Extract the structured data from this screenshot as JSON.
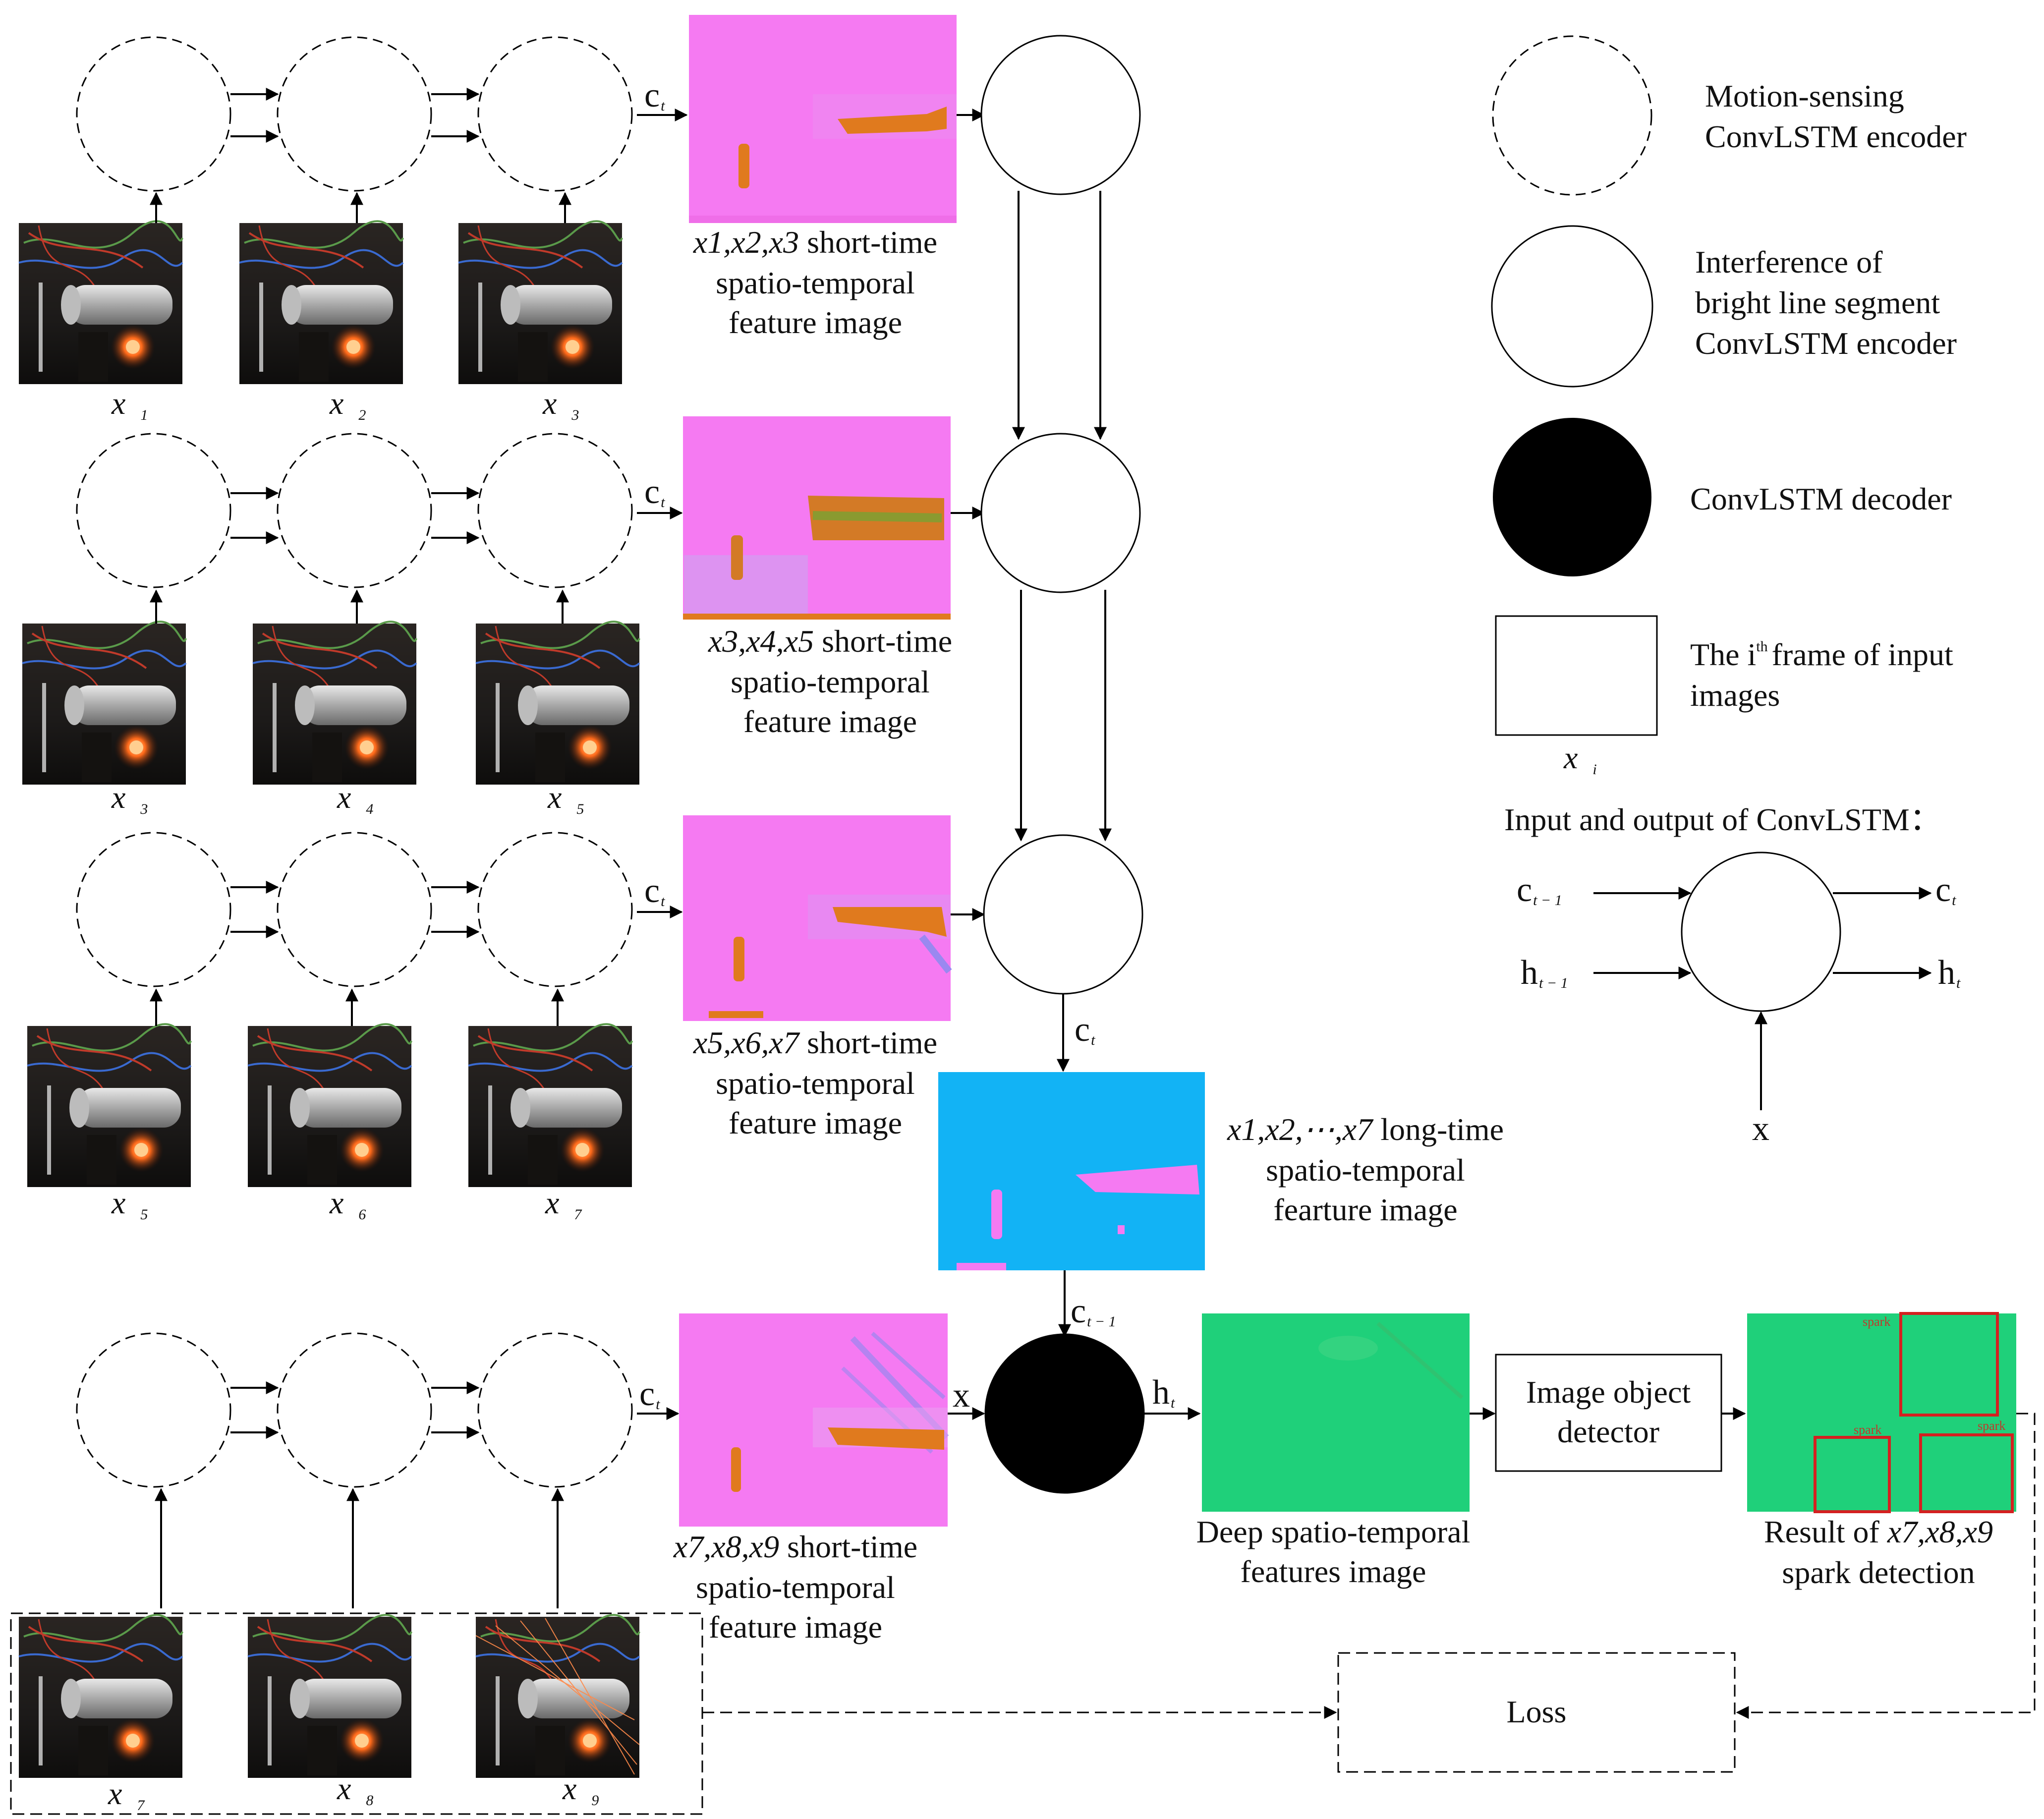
{
  "legend": {
    "motion_encoder_line1": "Motion-sensing",
    "motion_encoder_line2": "ConvLSTM encoder",
    "interference_line1": "Interference of",
    "interference_line2": "bright line segment",
    "interference_line3": "ConvLSTM encoder",
    "decoder": "ConvLSTM decoder",
    "frame_the": "The i",
    "frame_sup": "th",
    "frame_rest": "frame of input",
    "frame_line2": "images",
    "frame_symbol": "x",
    "frame_symbol_sub": "i",
    "io_title": "Input and output of ConvLSTM：",
    "io_c_in": "c",
    "io_c_in_sub": "t − 1",
    "io_h_in": "h",
    "io_h_in_sub": "t − 1",
    "io_c_out": "c",
    "io_c_out_sub": "t",
    "io_h_out": "h",
    "io_h_out_sub": "t",
    "io_x": "x"
  },
  "rows": [
    {
      "frames": [
        {
          "sym": "x",
          "sub": "1"
        },
        {
          "sym": "x",
          "sub": "2"
        },
        {
          "sym": "x",
          "sub": "3"
        }
      ],
      "ct": "c",
      "ct_sub": "t",
      "feature_line1_vars": "x1,x2,x3",
      "feature_line1_rest": " short-time",
      "feature_line2": "spatio-temporal",
      "feature_line3": "feature image"
    },
    {
      "frames": [
        {
          "sym": "x",
          "sub": "3"
        },
        {
          "sym": "x",
          "sub": "4"
        },
        {
          "sym": "x",
          "sub": "5"
        }
      ],
      "ct": "c",
      "ct_sub": "t",
      "feature_line1_vars": "x3,x4,x5",
      "feature_line1_rest": " short-time",
      "feature_line2": "spatio-temporal",
      "feature_line3": "feature image"
    },
    {
      "frames": [
        {
          "sym": "x",
          "sub": "5"
        },
        {
          "sym": "x",
          "sub": "6"
        },
        {
          "sym": "x",
          "sub": "7"
        }
      ],
      "ct": "c",
      "ct_sub": "t",
      "feature_line1_vars": "x5,x6,x7",
      "feature_line1_rest": " short-time",
      "feature_line2": "spatio-temporal",
      "feature_line3": "feature image"
    },
    {
      "frames": [
        {
          "sym": "x",
          "sub": "7"
        },
        {
          "sym": "x",
          "sub": "8"
        },
        {
          "sym": "x",
          "sub": "9"
        }
      ],
      "ct": "c",
      "ct_sub": "t",
      "feature_line1_vars": "x7,x8,x9",
      "feature_line1_rest": " short-time",
      "feature_line2": "spatio-temporal",
      "feature_line3": "feature image"
    }
  ],
  "middle": {
    "ct_label": "c",
    "ct_label_sub": "t",
    "long_line1_vars": "x1,x2,⋯,x7",
    "long_line1_rest": " long-time",
    "long_line2": "spatio-temporal",
    "long_line3": "fearture image",
    "ct1_label": "c",
    "ct1_label_sub": "t − 1",
    "x_label": "x",
    "ht_label": "h",
    "ht_label_sub": "t"
  },
  "output": {
    "deep_line1": "Deep spatio-temporal",
    "deep_line2": "features image",
    "detector_line1": "Image object",
    "detector_line2": "detector",
    "result_pre": "Result of ",
    "result_vars": "x7,x8,x9",
    "result_line2": "spark detection",
    "spark_label": "spark",
    "loss": "Loss"
  },
  "colors": {
    "short_feature": "#f57af2",
    "short_feature_blob": "#e07a1e",
    "long_feature": "#12b3f5",
    "long_feature_blob": "#f57af2",
    "deep_feature": "#1fd07a",
    "detection_box": "#d42020",
    "decoder_fill": "#000000"
  }
}
